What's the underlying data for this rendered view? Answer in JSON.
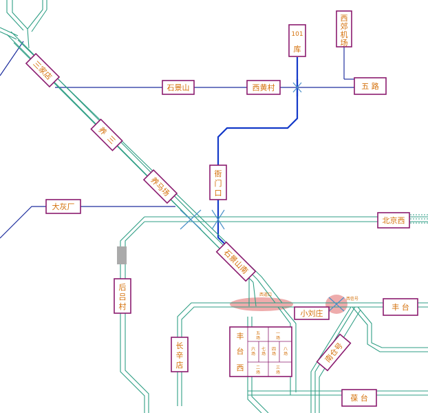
{
  "stations": {
    "sanjiadian": "三家店",
    "shijingshan": "石景山",
    "xihuangcun": "西黄村",
    "wulu": "五 路",
    "xijiao_jichang": [
      "西",
      "郊",
      "机",
      "场"
    ],
    "ku101": [
      "101",
      "库"
    ],
    "qin_san": [
      "养",
      "三"
    ],
    "yangmachang": "养马场",
    "yamenkou": [
      "衙",
      "门",
      "口"
    ],
    "dahuichang": "大灰厂",
    "beijingxi": "北京西",
    "shijingshannan": "石景山南",
    "houlvcun": [
      "后",
      "吕",
      "村"
    ],
    "xiaoliuzhuang": "小刘庄",
    "fengtai": "丰 台",
    "changxindian": [
      "长",
      "辛",
      "店"
    ],
    "fengtaixi": [
      "丰",
      "台",
      "西"
    ],
    "nancanghao": "南仓号",
    "fengtai_bottom": "葆 台"
  },
  "yard_areas": {
    "wuchang": [
      "五",
      "场"
    ],
    "yichang": [
      "一",
      "场"
    ],
    "liuchang": [
      "六",
      "场"
    ],
    "qichang": [
      "七",
      "场"
    ],
    "sichang": [
      "四",
      "场"
    ],
    "bachang": [
      "八",
      "场"
    ],
    "erchang": [
      "二",
      "场"
    ],
    "sanchang": [
      "三",
      "场"
    ]
  },
  "signals": {
    "xidaokou": "西道口",
    "xixinhao": "西信号"
  },
  "colors": {
    "main_track": "#2e9e84",
    "branch_line": "#1f2f9e",
    "highlight_line": "#1238c8",
    "station_border": "#8a1a6e",
    "station_text": "#d4700a",
    "highlight_zone": "#e89090",
    "crossing": "#4a90c8",
    "gray_block": "#aaaaaa"
  }
}
